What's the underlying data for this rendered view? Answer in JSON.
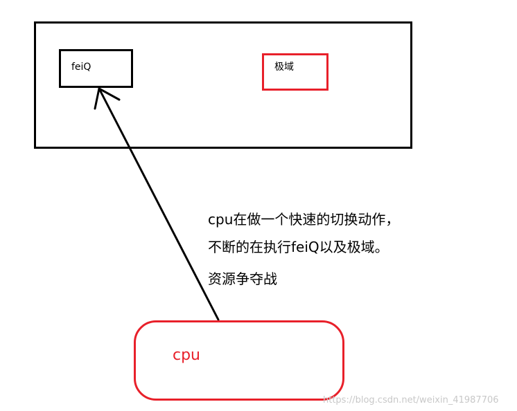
{
  "feiq_box": {
    "label": "feiQ"
  },
  "jiyu_box": {
    "label": "极域"
  },
  "caption": [
    "cpu在做一个快速的切换动作，",
    "不断的在执行feiQ以及极域。",
    "资源争夺战"
  ],
  "cpu_box": {
    "label": "cpu"
  },
  "watermark": "https://blog.csdn.net/weixin_41987706",
  "colors": {
    "stroke": "#000000",
    "accent_red": "#e8202a",
    "watermark": "#c8c8c8"
  }
}
